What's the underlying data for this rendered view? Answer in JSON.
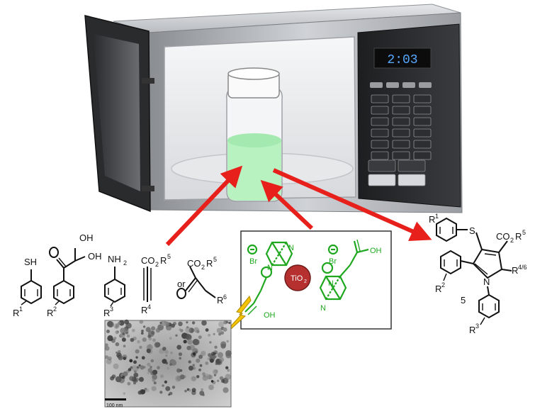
{
  "microwave": {
    "display_time": "2:03",
    "keypad_labels": [
      "",
      "",
      "",
      "",
      "",
      "",
      "",
      "",
      "",
      "",
      "",
      "",
      "",
      "",
      "",
      "",
      "",
      "",
      "",
      ""
    ]
  },
  "labels": {
    "r1_thiol": "R",
    "r1_sup": "1",
    "sh": "SH",
    "oh_top": "OH",
    "oh_side": "OH",
    "r2_glyoxal": "R",
    "r2_sup": "2",
    "nh2": "NH",
    "nh2_sub": "2",
    "r3_amine": "R",
    "r3_sup": "3",
    "co2r5_alkyne": "CO",
    "co2r5_alkyne_sub": "2",
    "co2r5_alkyne_tail": "R",
    "co2r5_alkyne_sup": "5",
    "r4": "R",
    "r4_sup": "4",
    "or": "or",
    "co2r5_keto": "CO",
    "co2r5_keto_sub": "2",
    "co2r5_keto_tail": "R",
    "co2r5_keto_sup": "5",
    "r6": "R",
    "r6_sup": "6",
    "catalyst_tio2": "TiO",
    "catalyst_tio2_sub": "2",
    "br_left": "Br",
    "br_right": "Br",
    "oh_left_acid": "OH",
    "oh_right_acid": "OH",
    "n_plus_left": "N",
    "n_top_left": "N",
    "n_plus_right": "N",
    "n_bottom_right": "N",
    "product_r1": "R",
    "product_r1_sup": "1",
    "product_s": "S",
    "product_co2r": "CO",
    "product_co2r_sub": "2",
    "product_co2r_tail": "R",
    "product_co2r_sup": "5",
    "product_r46": "R",
    "product_r46_sup": "4/6",
    "product_n": "N",
    "product_r2": "R",
    "product_r2_sup": "2",
    "product_r3": "R",
    "product_r3_sup": "3",
    "product_number": "5",
    "tem_scale": "100 nm"
  },
  "colors": {
    "arrow": "#e8201c",
    "catalyst_green": "#1fa81f",
    "tio2_red": "#b5302f",
    "liquid": "#b8f2c0",
    "lightning": "#f5c400"
  }
}
